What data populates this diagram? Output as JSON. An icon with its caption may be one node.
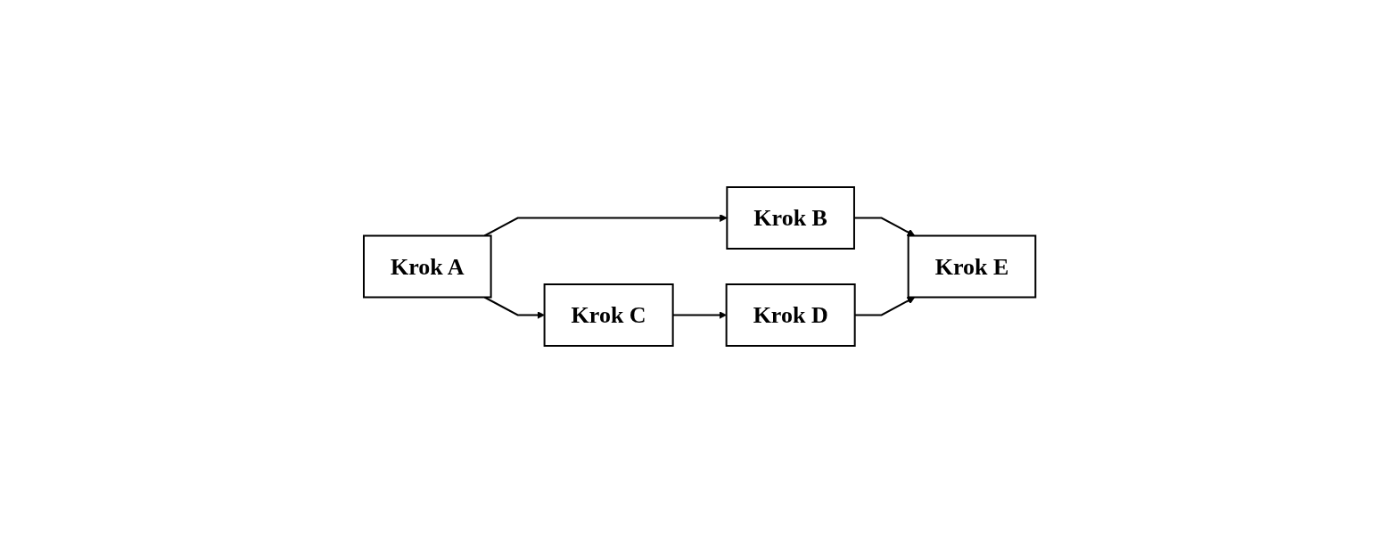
{
  "diagram": {
    "nodes": [
      {
        "text": [
          "Krok A"
        ]
      },
      {
        "text": [
          "Krok B"
        ]
      },
      {
        "text": [
          "Krok C"
        ]
      },
      {
        "text": [
          "Krok D"
        ]
      },
      {
        "text": [
          "Krok E"
        ]
      }
    ],
    "edges": [
      {
        "from": 0,
        "to": 1,
        "arrow": "to"
      },
      {
        "from": 0,
        "to": 2,
        "arrow": "to"
      },
      {
        "from": 1,
        "to": 4,
        "arrow": "to"
      },
      {
        "from": 2,
        "to": 3,
        "arrow": "to"
      },
      {
        "from": 3,
        "to": 4,
        "arrow": "to"
      }
    ]
  }
}
